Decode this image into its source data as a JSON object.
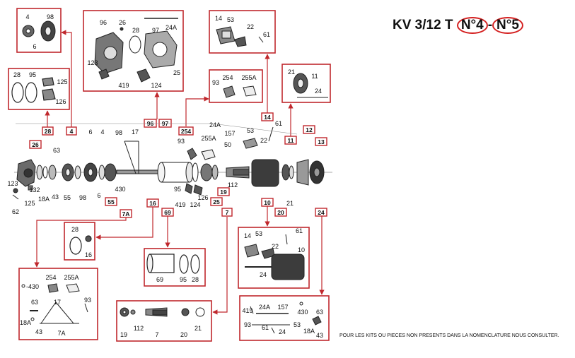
{
  "title": {
    "prefix": "KV 3/12 T",
    "variant_a": "N°4",
    "separator": "-",
    "variant_b": "N°5"
  },
  "footnote": "POUR LES KITS OU PIECES NON PRESENTS DANS LA NOMENCLATURE NOUS CONSULTER.",
  "colors": {
    "callout_border": "#c0282d",
    "title_circle": "#d42020",
    "ink": "#111111"
  },
  "tags": {
    "t28": "28",
    "t4": "4",
    "t26": "26",
    "t96": "96",
    "t97": "97",
    "t254": "254",
    "t14": "14",
    "t11": "11",
    "t12": "12",
    "t13": "13",
    "t19": "19",
    "t25": "25",
    "t7": "7",
    "t10": "10",
    "t20": "20",
    "t24": "24",
    "t16": "16",
    "t69": "69",
    "t7A": "7A",
    "t55": "55"
  },
  "labels": {
    "box1": [
      "4",
      "98",
      "6"
    ],
    "box2": [
      "28",
      "95",
      "125",
      "126"
    ],
    "box3": [
      "96",
      "26",
      "28",
      "24A",
      "97",
      "123",
      "25",
      "419",
      "124"
    ],
    "box4": [
      "14",
      "53",
      "22",
      "61"
    ],
    "box5": [
      "93",
      "254",
      "255A"
    ],
    "box6": [
      "21",
      "11",
      "24"
    ],
    "box7": [
      "28",
      "16"
    ],
    "box8": [
      "69",
      "95",
      "28"
    ],
    "box9": [
      "-430",
      "254",
      "255A",
      "63",
      "17",
      "93",
      "18A",
      "43",
      "7A"
    ],
    "box10": [
      "19",
      "112",
      "7",
      "20",
      "21"
    ],
    "box11": [
      "14",
      "53",
      "61",
      "22",
      "10",
      "24"
    ],
    "box12": [
      "419",
      "24A",
      "157",
      "430",
      "63",
      "93",
      "61",
      "24",
      "53",
      "18A",
      "43"
    ],
    "main": [
      "6",
      "4",
      "98",
      "17",
      "63",
      "132",
      "18A",
      "43",
      "55",
      "98",
      "6",
      "430",
      "123",
      "125",
      "62",
      "93",
      "255A",
      "24A",
      "157",
      "50",
      "53",
      "61",
      "22",
      "95",
      "126",
      "419",
      "124",
      "112",
      "21"
    ]
  }
}
